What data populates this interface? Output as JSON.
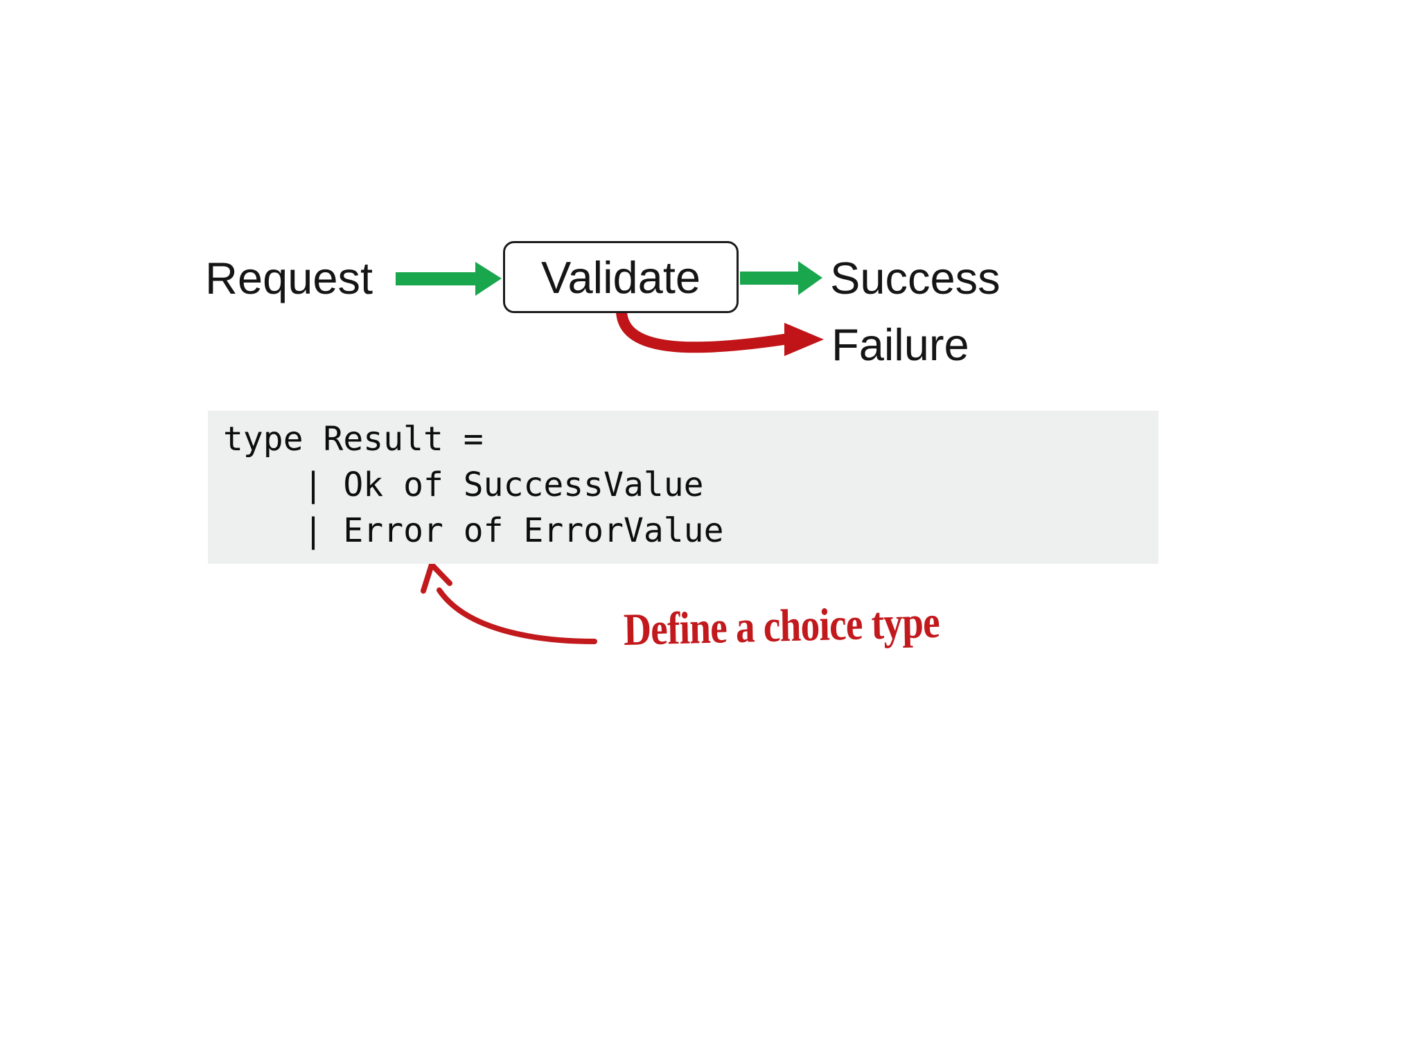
{
  "diagram": {
    "request_label": "Request",
    "validate_label": "Validate",
    "success_label": "Success",
    "failure_label": "Failure"
  },
  "code_block": {
    "lines": [
      "type Result = ",
      "    | Ok of SuccessValue",
      "    | Error of ErrorValue"
    ]
  },
  "annotation": {
    "text": "Define a choice type"
  },
  "colors": {
    "success_green": "#19a64d",
    "failure_red": "#c01418",
    "annotation_red": "#c2191d",
    "code_background": "#edf0ef",
    "text_black": "#151515"
  }
}
